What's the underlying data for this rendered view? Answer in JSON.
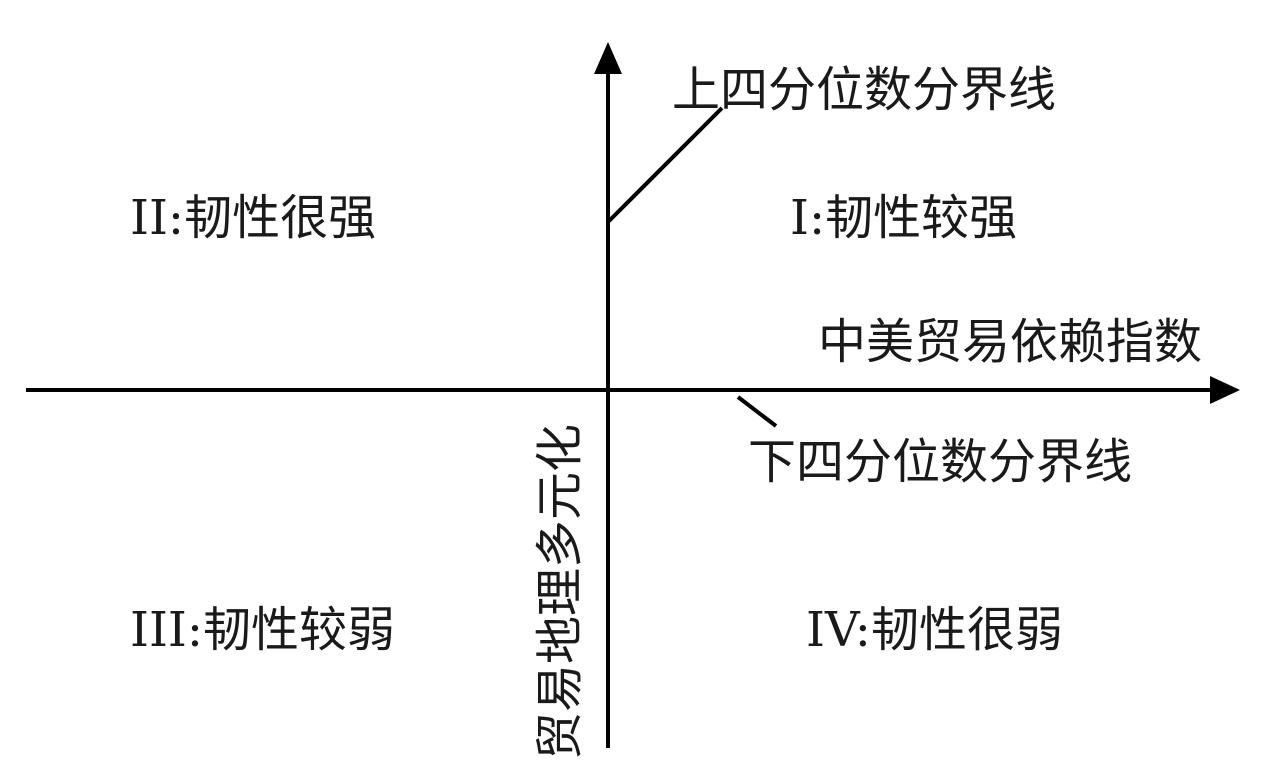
{
  "quadrants": {
    "q1": "I:韧性较强",
    "q2": "II:韧性很强",
    "q3": "III:韧性较弱",
    "q4": "IV:韧性很弱"
  },
  "annotations": {
    "upper_quartile": "上四分位数分界线",
    "lower_quartile": "下四分位数分界线"
  },
  "axes": {
    "x_label": "中美贸易依赖指数",
    "y_label": "贸易地理多元化"
  },
  "colors": {
    "line": "#000000",
    "text": "#1a1a1a",
    "background": "#ffffff"
  }
}
